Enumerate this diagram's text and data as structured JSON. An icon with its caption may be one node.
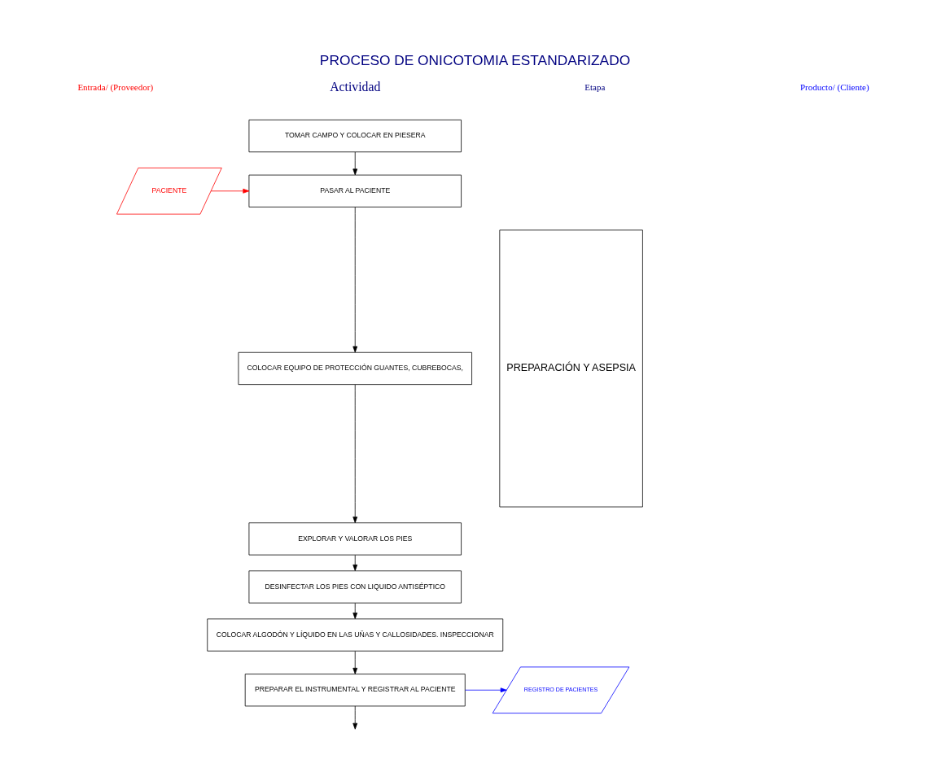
{
  "diagram": {
    "title": "PROCESO DE ONICOTOMIA ESTANDARIZADO",
    "nodes": [
      {
        "text": [
          "TOMAR CAMPO Y COLOCAR EN PIESERA"
        ]
      },
      {
        "text": [
          "PACIENTE"
        ]
      },
      {
        "text": [
          "PASAR AL PACIENTE"
        ]
      },
      {
        "text": [
          "COLOCAR EQUIPO DE PROTECCIÓN GUANTES, CUBREBOCAS,"
        ]
      },
      {
        "text": [
          "EXPLORAR Y VALORAR LOS PIES"
        ]
      },
      {
        "text": [
          "DESINFECTAR LOS PIES CON LIQUIDO ANTISÉPTICO"
        ]
      },
      {
        "text": [
          "COLOCAR ALGODÓN Y LÍQUIDO EN LAS UÑAS Y CALLOSIDADES. INSPECCIONAR"
        ]
      },
      {
        "text": [
          "PREPARACIÓN Y ASEPSIA"
        ]
      },
      {
        "text": [
          "PREPARAR EL INSTRUMENTAL Y REGISTRAR AL PACIENTE"
        ]
      },
      {
        "text": [
          "REGISTRO DE PACIENTES"
        ]
      }
    ],
    "edges": [
      {
        "from": 0,
        "to": 2,
        "arrow": "to"
      },
      {
        "from": 1,
        "to": 2,
        "arrow": "to",
        "color": "#ff0000"
      },
      {
        "from": 2,
        "to": 3,
        "arrow": "to"
      },
      {
        "from": 3,
        "to": 4,
        "arrow": "to"
      },
      {
        "from": 4,
        "to": 5,
        "arrow": "to"
      },
      {
        "from": 5,
        "to": 6,
        "arrow": "to"
      },
      {
        "from": 6,
        "to": 8,
        "arrow": "to"
      },
      {
        "from": 8,
        "to": 9,
        "arrow": "to",
        "color": "#0000ff"
      },
      {
        "from": 8,
        "to": null,
        "arrow": "to"
      }
    ],
    "labels": [
      "Entrada/ (Proveedor)",
      "Actividad",
      "Etapa",
      "Producto/ (Cliente)"
    ]
  }
}
